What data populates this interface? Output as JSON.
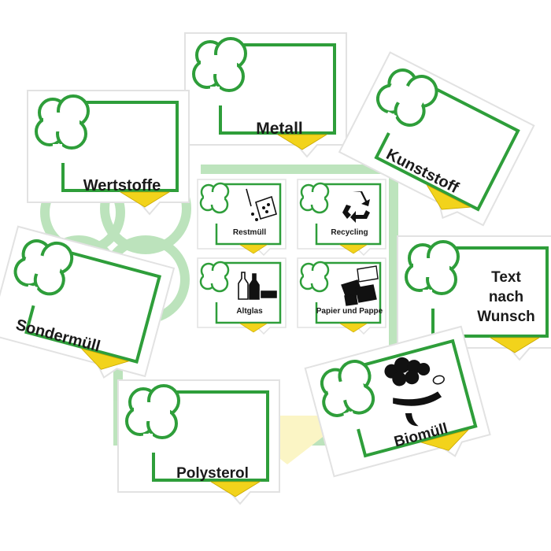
{
  "colors": {
    "frame_green": "#2e9e3a",
    "arrow_yellow": "#f2d31b",
    "shadow_grey": "#e2e2e2",
    "background": "#ffffff",
    "text": "#1a1a1a",
    "icon": "#111111"
  },
  "stickers": {
    "metall": {
      "label": "Metall"
    },
    "wertstoffe": {
      "label": "Wertstoffe"
    },
    "kunststoff": {
      "label": "Kunststoff"
    },
    "sondermuell": {
      "label": "Sondermüll"
    },
    "text_nach_wunsch": {
      "label_lines": [
        "Text",
        "nach",
        "Wunsch"
      ]
    },
    "polysterol": {
      "label": "Polysterol"
    },
    "biomuell": {
      "label": "Biomüll"
    }
  },
  "small_stickers": {
    "restmuell": {
      "label": "Restmüll",
      "icon": "trash-bin-icon"
    },
    "recycling": {
      "label": "Recycling",
      "icon": "recycling-symbol-icon"
    },
    "altglas": {
      "label": "Altglas",
      "icon": "glass-bottles-icon"
    },
    "papier_pappe": {
      "label": "Papier und Pappe",
      "icon": "paper-boxes-icon"
    }
  }
}
